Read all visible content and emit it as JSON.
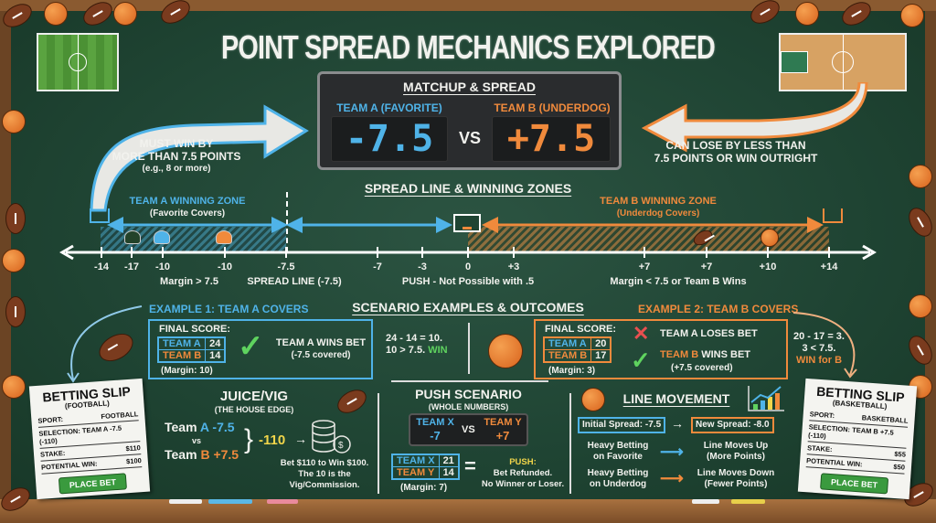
{
  "title": "POINT SPREAD MECHANICS EXPLORED",
  "scoreboard": {
    "heading": "MATCHUP & SPREAD",
    "team_a": "TEAM A (FAVORITE)",
    "team_a_spread": "-7.5",
    "vs": "VS",
    "team_b": "TEAM B (UNDERDOG)",
    "team_b_spread": "+7.5"
  },
  "left_note": {
    "line1": "MUST WIN BY",
    "line2": "MORE THAN 7.5 POINTS",
    "line3": "(e.g., 8 or more)"
  },
  "right_note": {
    "line1": "CAN LOSE BY LESS THAN",
    "line2": "7.5 POINTS OR WIN OUTRIGHT"
  },
  "spread": {
    "heading": "SPREAD LINE & WINNING ZONES",
    "zone_a": {
      "title": "TEAM A WINNING ZONE",
      "subtitle": "(Favorite Covers)"
    },
    "zone_b": {
      "title": "TEAM B WINNING ZONE",
      "subtitle": "(Underdog Covers)"
    },
    "ticks": [
      "-14",
      "-17",
      "-10",
      "-10",
      "-7.5",
      "-7",
      "-3",
      "0",
      "+3",
      "+7",
      "+7",
      "+10",
      "+14"
    ],
    "notes": {
      "margin_a": "Margin > 7.5",
      "spread_line": "SPREAD LINE (-7.5)",
      "push": "PUSH - Not Possible with .5",
      "margin_b": "Margin < 7.5 or Team B Wins"
    }
  },
  "scenarios_heading": "SCENARIO EXAMPLES & OUTCOMES",
  "example1": {
    "label": "EXAMPLE 1: TEAM A COVERS",
    "final_score": "FINAL SCORE:",
    "team_a": "TEAM A",
    "score_a": "24",
    "team_b": "TEAM B",
    "score_b": "14",
    "margin": "(Margin: 10)",
    "result": "TEAM A WINS BET",
    "result_sub": "(-7.5 covered)",
    "calc1": "24 - 14 = 10.",
    "calc2": "10 > 7.5.",
    "calc_win": "WIN"
  },
  "example2": {
    "label": "EXAMPLE 2: TEAM B COVERS",
    "final_score": "FINAL SCORE:",
    "team_a": "TEAM A",
    "score_a": "20",
    "team_b": "TEAM B",
    "score_b": "17",
    "margin": "(Margin: 3)",
    "lose": "TEAM A LOSES BET",
    "win_team": "TEAM B",
    "win_text": " WINS BET",
    "win_sub": "(+7.5 covered)",
    "calc1": "20 - 17 = 3.",
    "calc2": "3 < 7.5.",
    "calc_win": "WIN for B"
  },
  "juice": {
    "title": "JUICE/VIG",
    "subtitle": "(THE HOUSE EDGE)",
    "team_word": "Team",
    "a": "A",
    "a_spread": "-7.5",
    "vs": "vs",
    "b": "B",
    "b_spread": "+7.5",
    "odds": "-110",
    "arrow": "→",
    "note1": "Bet $110 to Win $100.",
    "note2": "The 10 is the",
    "note3": "Vig/Commission."
  },
  "push": {
    "title": "PUSH SCENARIO",
    "subtitle": "(WHOLE NUMBERS)",
    "team_x": "TEAM X",
    "x_spread": "-7",
    "vs": "VS",
    "team_y": "TEAM Y",
    "y_spread": "+7",
    "score_x": "21",
    "score_y": "14",
    "margin": "(Margin: 7)",
    "equals": "=",
    "push_label": "PUSH:",
    "line1": "Bet Refunded.",
    "line2": "No Winner or Loser."
  },
  "line_movement": {
    "title": "LINE MOVEMENT",
    "initial": "Initial Spread: -7.5",
    "new": "New Spread: -8.0",
    "fav_cause1": "Heavy Betting",
    "fav_cause2": "on Favorite",
    "fav_effect1": "Line Moves Up",
    "fav_effect2": "(More Points)",
    "dog_cause1": "Heavy Betting",
    "dog_cause2": "on Underdog",
    "dog_effect1": "Line Moves Down",
    "dog_effect2": "(Fewer Points)"
  },
  "slip_football": {
    "title": "BETTING SLIP",
    "sport_type": "(FOOTBALL)",
    "sport_label": "SPORT:",
    "sport": "FOOTBALL",
    "selection": "SELECTION: TEAM A -7.5 (-110)",
    "stake_label": "STAKE:",
    "stake": "$110",
    "win_label": "POTENTIAL WIN:",
    "win": "$100",
    "button": "PLACE BET"
  },
  "slip_basketball": {
    "title": "BETTING SLIP",
    "sport_type": "(BASKETBALL)",
    "sport_label": "SPORT:",
    "sport": "BASKETBALL",
    "selection": "SELECTION: TEAM B +7.5 (-110)",
    "stake_label": "STAKE:",
    "stake": "$55",
    "win_label": "POTENTIAL WIN:",
    "win": "$50",
    "button": "PLACE BET"
  },
  "colors": {
    "board": "#1f4433",
    "blue": "#4fb3e8",
    "orange": "#f08a3c",
    "green": "#5fd35f",
    "yellow": "#f1d54a",
    "wood": "#8a5a30"
  }
}
